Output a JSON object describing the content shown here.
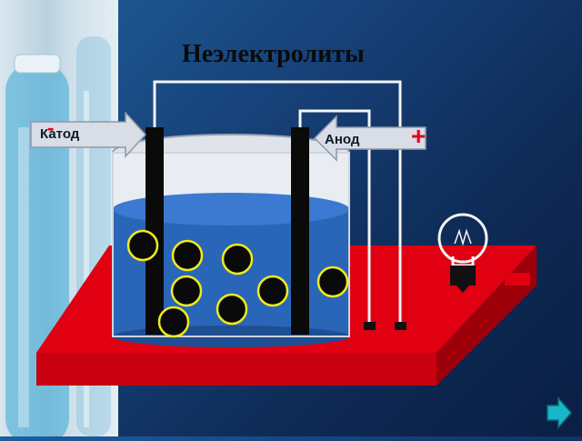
{
  "title": "Неэлектролиты",
  "labels": {
    "cathode": "Катод",
    "anode": "Анод",
    "minus": "-",
    "plus": "+"
  },
  "colors": {
    "platform": "#e00012",
    "liquid": "#2a66b8",
    "electrode": "#0a0a0a",
    "particle_border": "#f0ea1a"
  },
  "icons": [
    "glass-tubes-image",
    "light-bulb-icon",
    "next-arrow-icon"
  ]
}
